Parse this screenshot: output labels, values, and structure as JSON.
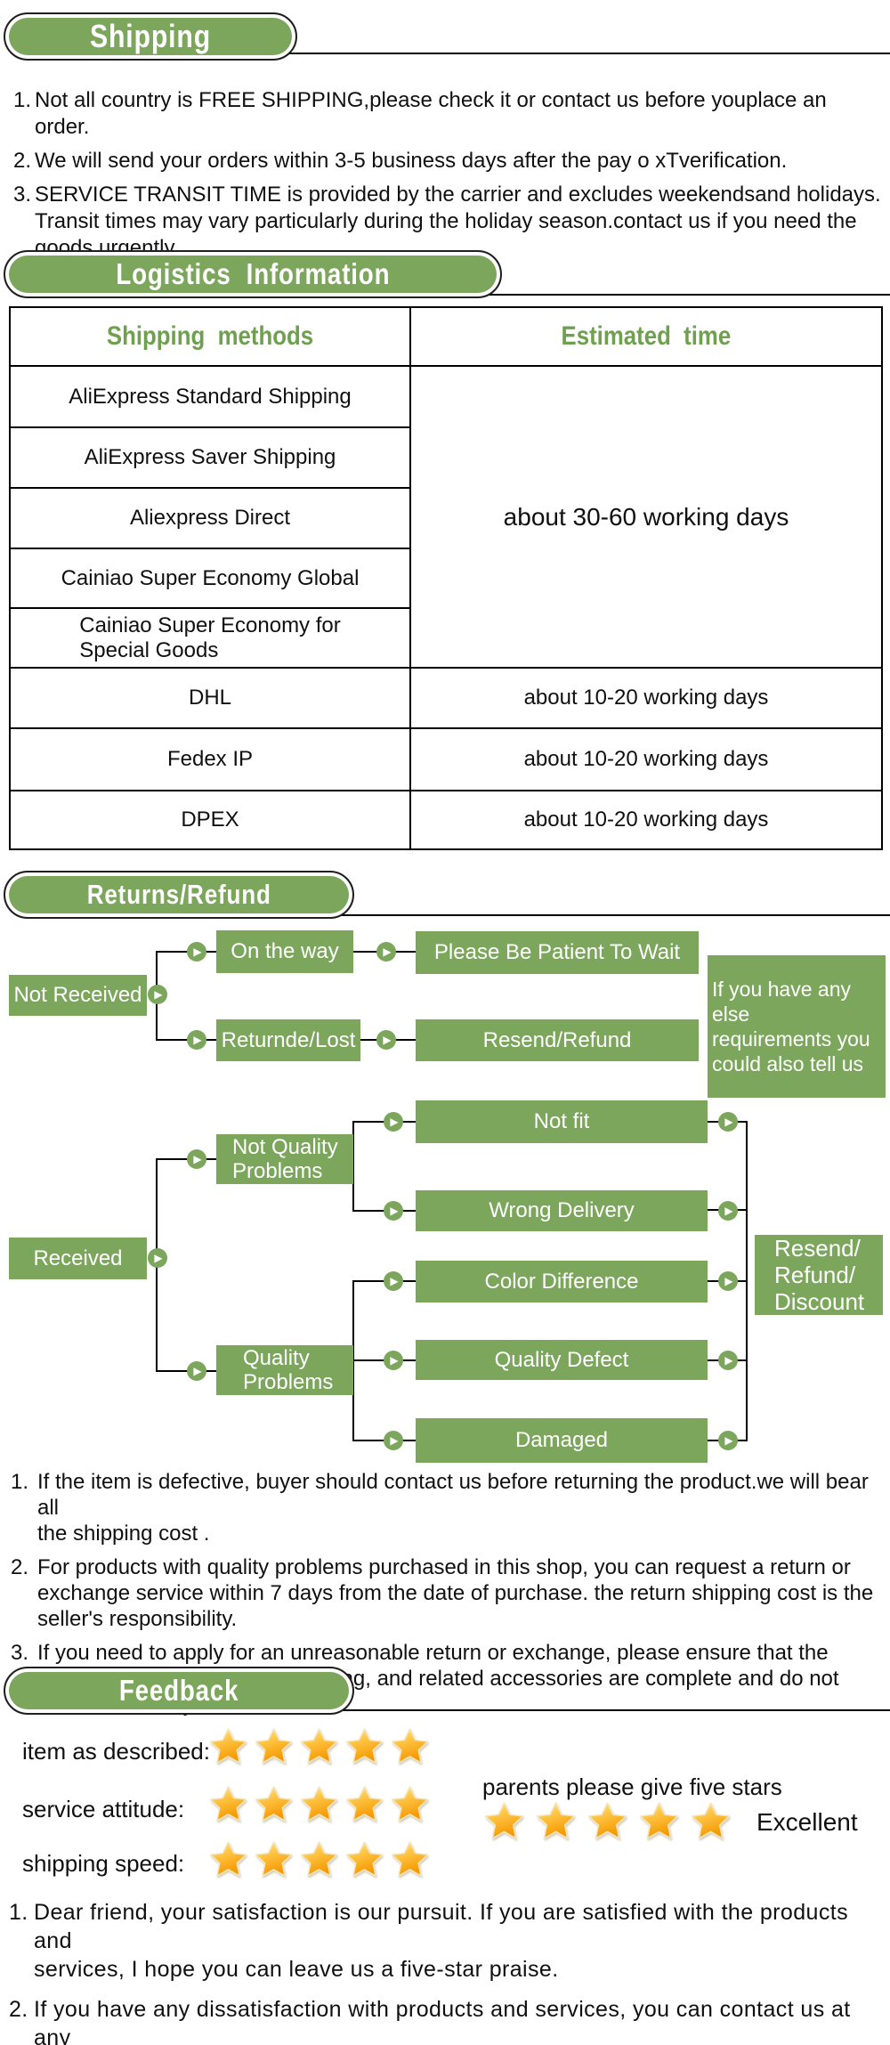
{
  "colors": {
    "accent_green": "#7BA65C",
    "table_header_green": "#6FA050",
    "star_orange": "#F59800",
    "text": "#101010"
  },
  "shipping": {
    "title": "Shipping",
    "items": [
      {
        "num": "1.",
        "text": "Not all country is FREE SHIPPING,please check it or contact us before youplace an order."
      },
      {
        "num": "2.",
        "text": "We will send your orders within 3-5 business days after the pay o xTverification."
      },
      {
        "num": "3.",
        "text": "SERVICE TRANSIT TIME is provided by the carrier and excludes weekendsand holidays.\nTransit times may vary particularly during the holiday season.contact us if you need the\ngoods urgently."
      }
    ]
  },
  "logistics": {
    "title": "Logistics  Information",
    "table": {
      "col1_header": "Shipping  methods",
      "col2_header": "Estimated  time",
      "methods": [
        "AliExpress Standard Shipping",
        "AliExpress Saver Shipping",
        "Aliexpress Direct",
        "Cainiao Super Economy Global",
        "Cainiao Super Economy for\nSpecial Goods",
        "DHL",
        "Fedex IP",
        "DPEX"
      ],
      "merged_time": "about 30-60 working days",
      "times": [
        "about 10-20 working days",
        "about 10-20 working days",
        "about 10-20 working days"
      ]
    }
  },
  "returns": {
    "title": "Returns/Refund",
    "flow": {
      "not_received": "Not Received",
      "on_the_way": "On the way",
      "please_wait": "Please Be Patient To Wait",
      "returned_lost": "Returnde/Lost",
      "resend_refund": "Resend/Refund",
      "info": "If you have any else\nrequirements you\ncould also tell us",
      "received": "Received",
      "not_quality": "Not Quality\nProblems",
      "quality": "Quality\nProblems",
      "not_fit": "Not fit",
      "wrong_delivery": "Wrong Delivery",
      "color_difference": "Color Difference",
      "quality_defect": "Quality Defect",
      "damaged": "Damaged",
      "outcome": "Resend/\nRefund/\nDiscount"
    },
    "items": [
      {
        "num": "1.",
        "text": "If the item is defective, buyer should contact us before returning the product.we will bear all\nthe shipping cost ."
      },
      {
        "num": "2.",
        "text": "For products with quality problems purchased in this shop, you can request a return or\nexchange service within 7 days from the date of purchase. the return shipping cost is the\nseller's responsibility."
      },
      {
        "num": "3.",
        "text": "If you need to apply for an unreasonable return or exchange, please ensure that the\nreturned goods, original packaging, and related accessories are complete and do not\naffect secondary sales."
      }
    ]
  },
  "feedback": {
    "title": "Feedback",
    "ratings": [
      {
        "label": "item as described:",
        "stars": 5
      },
      {
        "label": "service attitude:",
        "stars": 5
      },
      {
        "label": "shipping speed:",
        "stars": 5
      }
    ],
    "cta_text": "parents please give five stars",
    "cta_stars": 5,
    "cta_label": "Excellent",
    "items": [
      {
        "num": "1.",
        "text": "Dear friend, your satisfaction is our pursuit. If you are satisfied with the products and\nservices, I hope you can leave us a five-star praise."
      },
      {
        "num": "2.",
        "text": "If you have any dissatisfaction with products and services, you can contact us at any\ntime, we will deal with the problem for you quickly."
      }
    ]
  }
}
